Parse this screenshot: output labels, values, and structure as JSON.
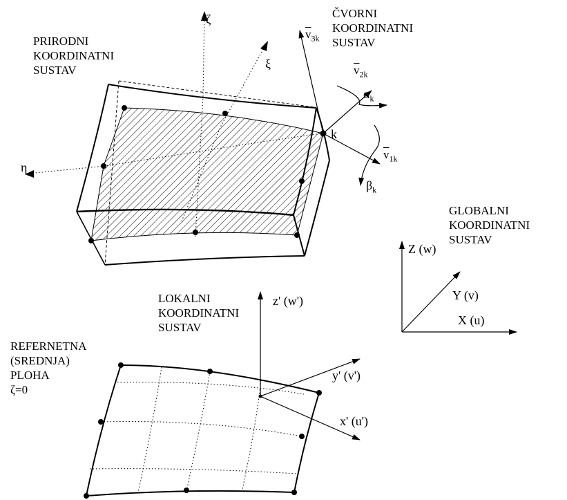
{
  "labels": {
    "natural": "PRIRODNI\nKOORDINATNI\nSUSTAV",
    "nodal": "ČVORNI\nKOORDINATNI\nSUSTAV",
    "global": "GLOBALNI\nKOORDINATNI\nSUSTAV",
    "local": "LOKALNI\nKOORDINATNI\nSUSTAV",
    "reference": "REFERNETNA\n(SREDNJA)\nPLOHA\nζ=0"
  },
  "symbols": {
    "zeta": "ζ",
    "xi": "ξ",
    "eta": "η",
    "node_k": "k",
    "alpha": "α",
    "alpha_sub": "k",
    "beta": "β",
    "beta_sub": "k",
    "v_char": "v",
    "v3_sub": "3k",
    "v2_sub": "2k",
    "v1_sub": "1k"
  },
  "axes": {
    "global_z": "Z (w)",
    "global_y": "Y (v)",
    "global_x": "X (u)",
    "local_z": "z' (w')",
    "local_y": "y' (v')",
    "local_x": "x' (u')"
  }
}
